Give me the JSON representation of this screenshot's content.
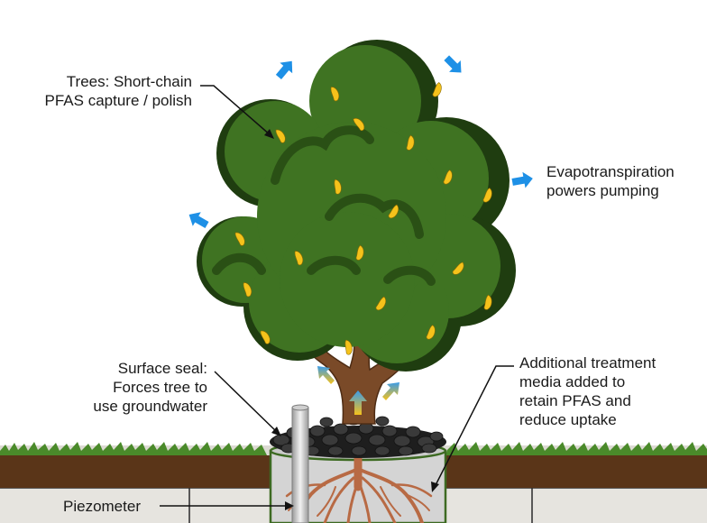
{
  "labels": {
    "trees": [
      "Trees: Short-chain",
      "PFAS capture / polish"
    ],
    "evapotranspiration": [
      "Evapotranspiration",
      "powers pumping"
    ],
    "surface_seal": [
      "Surface seal:",
      "Forces tree to",
      "use groundwater"
    ],
    "treatment_media": [
      "Additional treatment",
      "media added to",
      "retain PFAS and",
      "reduce uptake"
    ],
    "piezometer": [
      "Piezometer"
    ]
  },
  "colors": {
    "canopy_dark": "#1f3d10",
    "canopy_mid": "#3a6a1f",
    "canopy_light": "#4f8a2e",
    "leaf_yellow": "#f5c21b",
    "trunk": "#7a4a28",
    "water_arrow": "#1e90e6",
    "soil": "#5a3518",
    "grass": "#4a8a2a",
    "gravel": "#2a2a2a",
    "roots": "#b86a44",
    "ground": "#e4e2dd"
  },
  "icons": [
    "water-vapor-arrow-icon",
    "leaf-icon",
    "flow-arrow-icon"
  ]
}
